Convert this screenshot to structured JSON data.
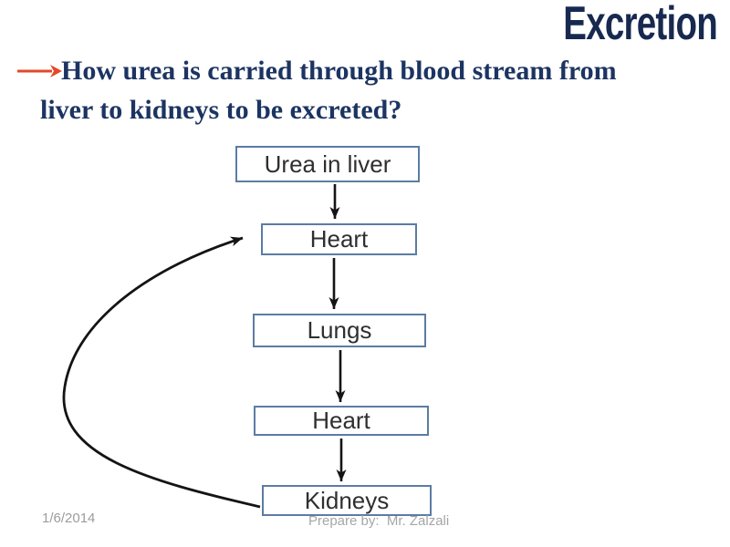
{
  "slide": {
    "title": "Excretion",
    "question": {
      "line1": "How urea is carried through blood stream from",
      "line2": "liver to kidneys to be excreted?"
    },
    "flowchart": {
      "nodes": [
        {
          "label": "Urea in liver"
        },
        {
          "label": "Heart"
        },
        {
          "label": "Lungs"
        },
        {
          "label": "Heart"
        },
        {
          "label": "Kidneys"
        }
      ],
      "connections": [
        {
          "from": "Urea in liver",
          "to": "Heart",
          "style": "straight"
        },
        {
          "from": "Heart",
          "to": "Lungs",
          "style": "straight"
        },
        {
          "from": "Lungs",
          "to": "Heart",
          "style": "straight"
        },
        {
          "from": "Heart",
          "to": "Kidneys",
          "style": "straight"
        },
        {
          "from": "Kidneys",
          "to": "Heart",
          "style": "curved-left-return"
        }
      ]
    },
    "footer": {
      "date": "1/6/2014",
      "credit": "Prepare by:  Mr. Zalzali"
    },
    "colors": {
      "title_navy": "#17294f",
      "question_navy": "#1c3462",
      "red_arrow": "#e2492a",
      "box_border": "#5b7ca3",
      "flow_arrow": "#141414",
      "footer_gray": "#9c9c9c"
    }
  }
}
